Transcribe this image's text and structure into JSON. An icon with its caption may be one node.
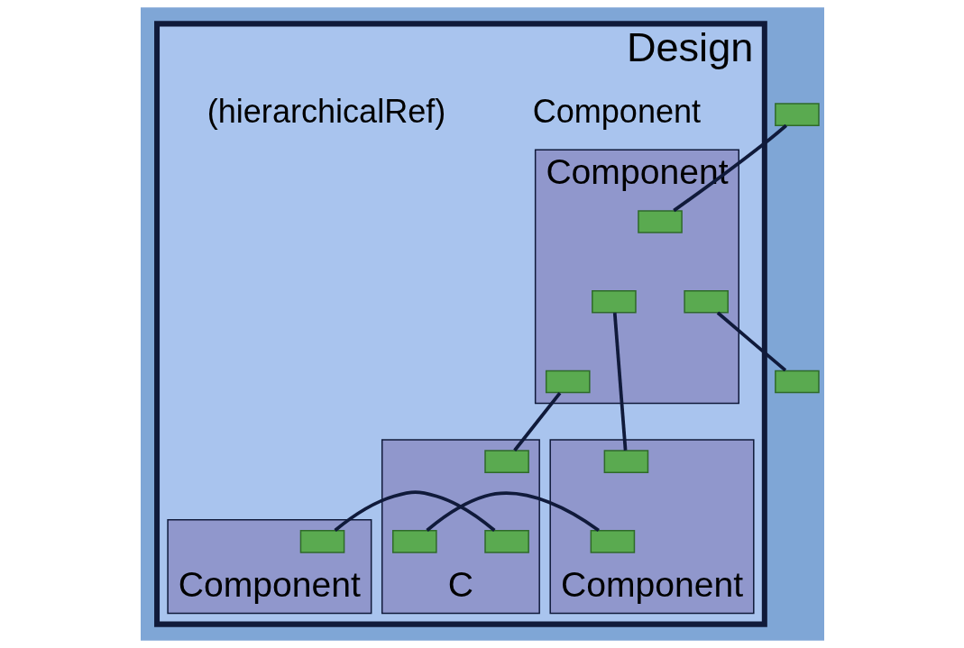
{
  "diagram": {
    "nodes": [
      {
        "text": [
          "Design"
        ]
      },
      {
        "text": [],
        "shape": "box"
      },
      {
        "text": [
          "Component"
        ],
        "in": 0
      },
      {
        "text": [],
        "shape": "box",
        "in": 2
      },
      {
        "text": [],
        "shape": "box",
        "in": 2
      },
      {
        "text": [],
        "shape": "box",
        "in": 2
      },
      {
        "text": [],
        "shape": "box",
        "in": 2
      },
      {
        "text": [],
        "shape": "box"
      },
      {
        "text": [
          "Component"
        ],
        "in": 0
      },
      {
        "text": [],
        "shape": "box",
        "in": 8
      },
      {
        "text": [],
        "shape": "box",
        "in": 8
      },
      {
        "text": [
          "C"
        ],
        "in": 0
      },
      {
        "text": [],
        "shape": "box",
        "in": 11
      },
      {
        "text": [],
        "shape": "box",
        "in": 11
      },
      {
        "text": [],
        "shape": "box",
        "in": 11
      },
      {
        "text": [
          "Component"
        ],
        "in": 0
      },
      {
        "text": [],
        "shape": "box",
        "in": 15
      }
    ],
    "edges": [
      {
        "from": 1,
        "to": 3,
        "arrow": "none"
      },
      {
        "from": 4,
        "to": 7,
        "arrow": "none"
      },
      {
        "from": 5,
        "to": 9,
        "arrow": "none"
      },
      {
        "from": 6,
        "to": 12,
        "arrow": "none"
      },
      {
        "from": 10,
        "to": 13,
        "arrow": "none"
      },
      {
        "from": 14,
        "to": 16,
        "arrow": "none"
      }
    ],
    "labels": [
      "Component",
      "(hierarchicalRef)"
    ]
  }
}
